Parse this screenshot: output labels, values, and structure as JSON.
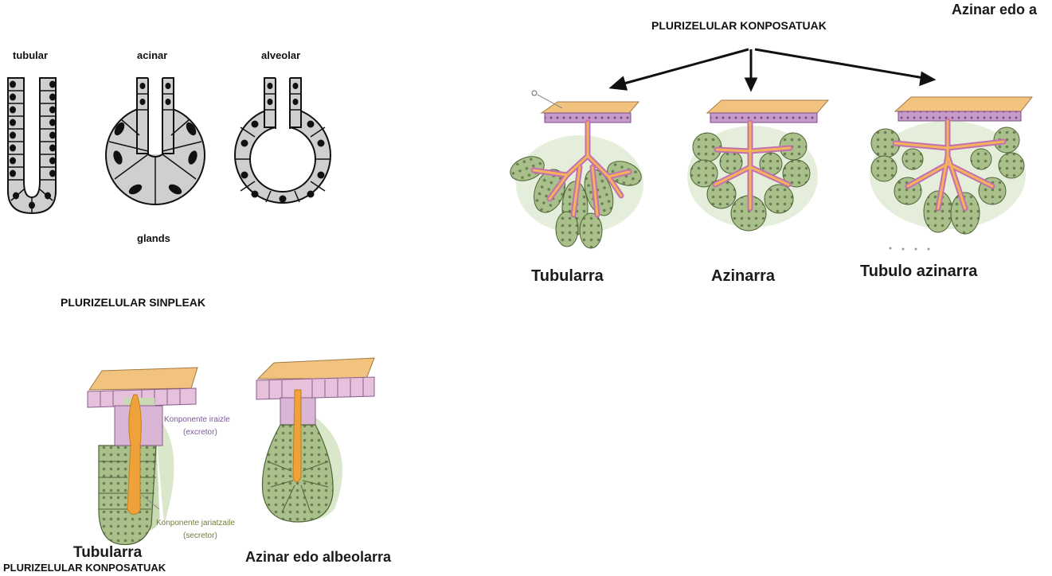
{
  "simple_glands": {
    "tubular_label": "tubular",
    "acinar_label": "acinar",
    "alveolar_label": "alveolar",
    "caption": "glands",
    "section_title": "PLURIZELULAR SINPLEAK"
  },
  "compound_glands": {
    "section_title": "PLURIZELULAR KONPOSATUAK",
    "cut_title": "Azinar edo a",
    "types": [
      "Tubularra",
      "Azinarra",
      "Tubulo azinarra"
    ]
  },
  "bottom_panel": {
    "left_label": "Tubularra",
    "right_label": "Azinar edo albeolarra",
    "excretor_line1": "Konponente iraizle",
    "excretor_line2": "(excretor)",
    "secretor_line1": "Konponente jariatzaile",
    "secretor_line2": "(secretor)",
    "footer_title": "PLURIZELULAR KONPOSATUAK"
  }
}
